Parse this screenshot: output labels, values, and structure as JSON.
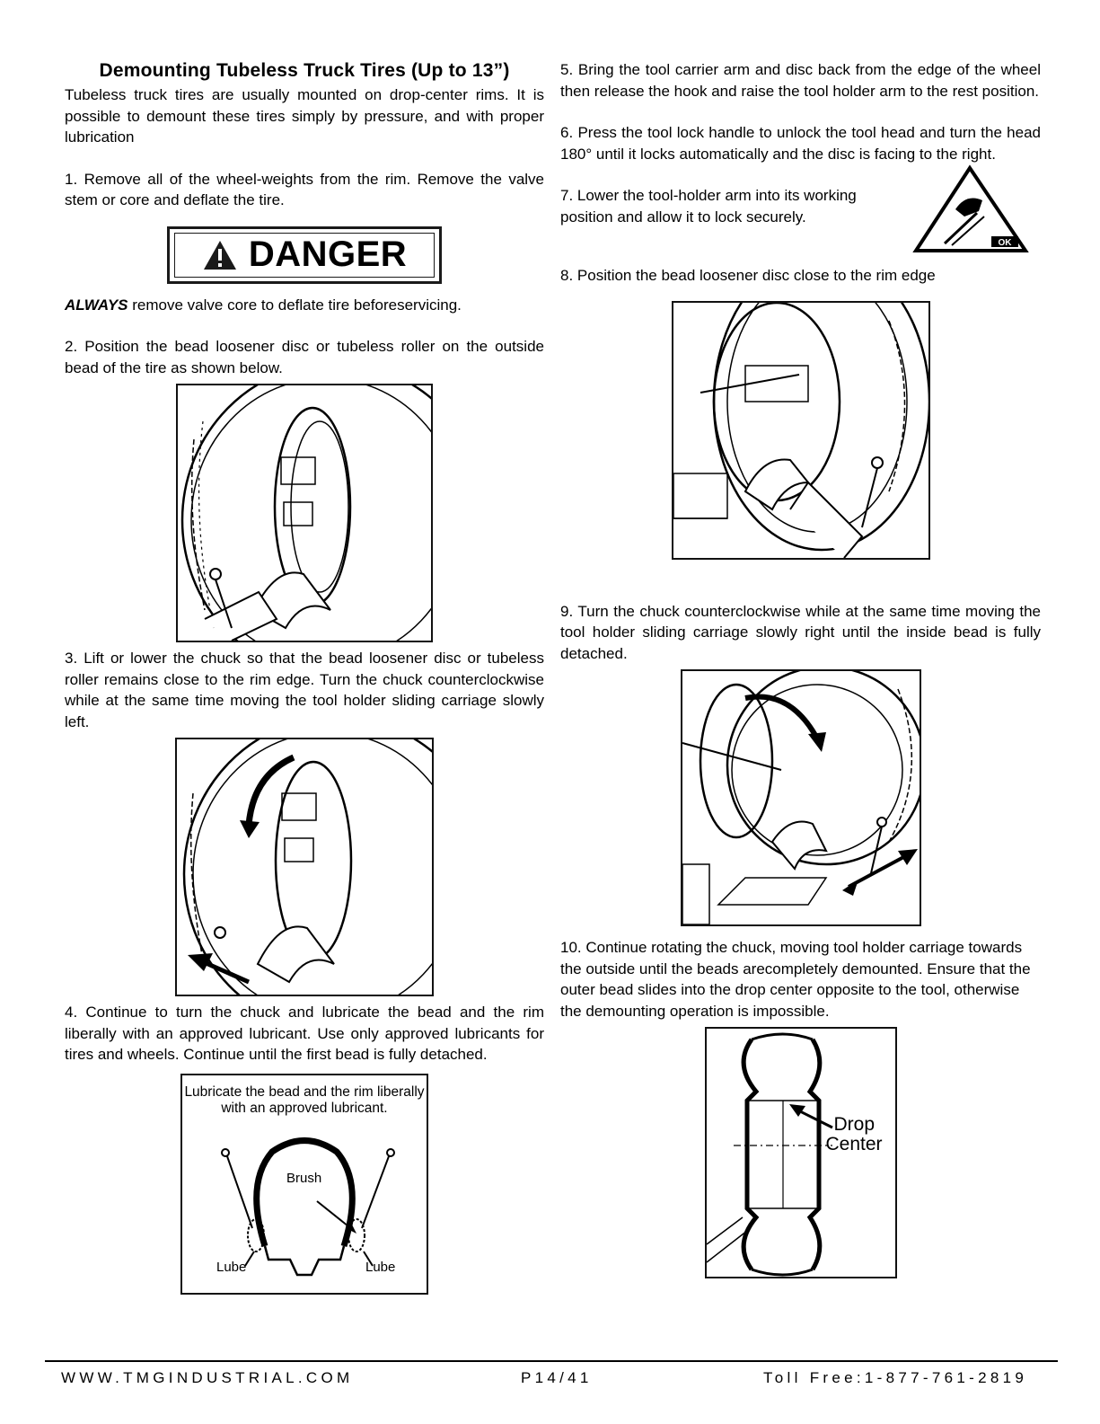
{
  "left": {
    "title": "Demounting Tubeless Truck Tires (Up to 13”)",
    "intro": "Tubeless truck tires are usually mounted on drop-center rims. It is possible to demount these tires simply by pressure, and with proper lubrication",
    "step1": "1. Remove all of the wheel-weights from the rim. Remove the valve stem or core and deflate the tire.",
    "danger_label": "DANGER",
    "always_bold": "ALWAYS",
    "always_rest": " remove valve core to deflate tire beforeservicing.",
    "step2": "2. Position the bead loosener disc or tubeless roller on the outside bead of the tire as shown below.",
    "step3": "3. Lift or lower the chuck so that the bead loosener disc or tubeless roller remains close to the rim edge. Turn the chuck counterclockwise while at the same time moving the tool holder sliding carriage slowly left.",
    "step4": "4. Continue to turn the chuck and lubricate the bead and the rim liberally with an approved lubricant. Use only approved lubricants for tires and wheels. Continue until the first bead is fully detached.",
    "lube_fig": {
      "caption": "Lubricate the bead and the rim liberally with an approved lubricant.",
      "brush": "Brush",
      "lube_left": "Lube",
      "lube_right": "Lube"
    }
  },
  "right": {
    "step5": "5. Bring the tool carrier arm and disc back from the edge of the wheel then release the hook and raise the tool holder arm to the rest position.",
    "step6": "6. Press the tool lock handle to unlock the tool head and turn the head 180° until it locks automatically and the disc is facing to the right.",
    "step7": "7. Lower the tool-holder arm into its working position and allow it to lock securely.",
    "ok_label": "OK",
    "step8": "8. Position the bead loosener disc close to the rim edge",
    "step9": "9. Turn the chuck counterclockwise while at the same time moving the tool holder sliding carriage slowly right until the inside bead is fully detached.",
    "step10": "10. Continue rotating the chuck, moving tool holder carriage towards the outside until the beads arecompletely demounted. Ensure that the outer bead slides into the drop center opposite to the tool, otherwise the demounting operation is impossible.",
    "drop_fig": {
      "drop": "Drop",
      "center": "Center"
    }
  },
  "footer": {
    "website": "WWW.TMGINDUSTRIAL.COM",
    "page": "P14/41",
    "phone": "Toll Free:1-877-761-2819"
  }
}
